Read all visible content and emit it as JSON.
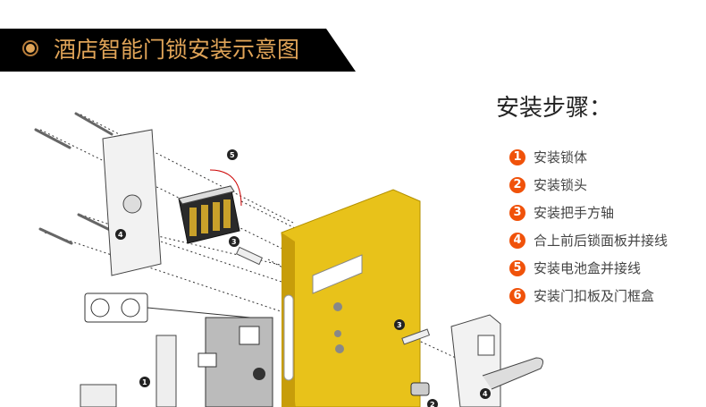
{
  "banner": {
    "title": "酒店智能门锁安装示意图"
  },
  "steps_title": "安装步骤：",
  "steps": [
    {
      "num": "1",
      "label": "安装锁体"
    },
    {
      "num": "2",
      "label": "安装锁头"
    },
    {
      "num": "3",
      "label": "安装把手方轴"
    },
    {
      "num": "4",
      "label": "合上前后锁面板并接线"
    },
    {
      "num": "5",
      "label": "安装电池盒并接线"
    },
    {
      "num": "6",
      "label": "安装门扣板及门框盒"
    }
  ],
  "diagram_callouts": [
    "5",
    "4",
    "3",
    "3",
    "4",
    "1",
    "2"
  ],
  "colors": {
    "accent": "#f0520a",
    "banner_text": "#e0a458",
    "door": "#e8c21a"
  }
}
